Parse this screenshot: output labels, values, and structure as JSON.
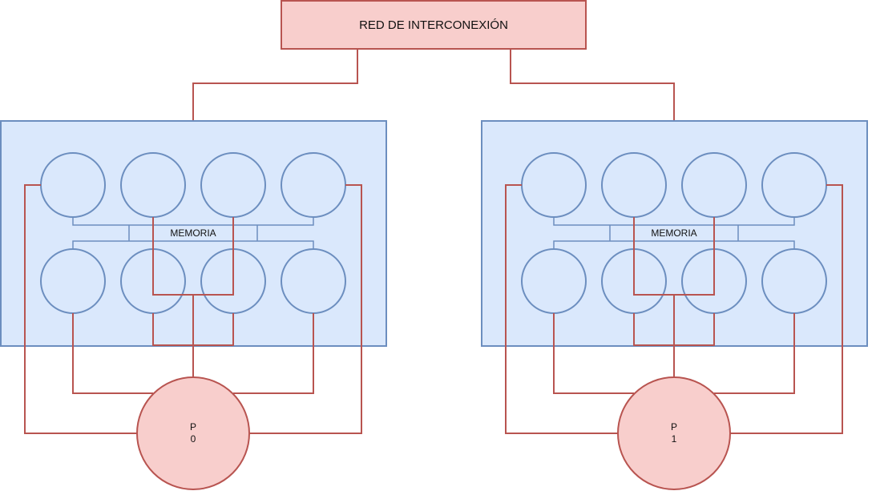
{
  "network": {
    "label": "RED DE INTERCONEXIÓN"
  },
  "nodes": [
    {
      "memory_label": "MEMORIA",
      "processor_prefix": "P",
      "processor_id": "0"
    },
    {
      "memory_label": "MEMORIA",
      "processor_prefix": "P",
      "processor_id": "1"
    }
  ],
  "colors": {
    "memory_fill": "#dae8fc",
    "memory_stroke": "#6c8ebf",
    "network_fill": "#f8cecc",
    "network_stroke": "#b85450",
    "wire": "#b85450"
  }
}
